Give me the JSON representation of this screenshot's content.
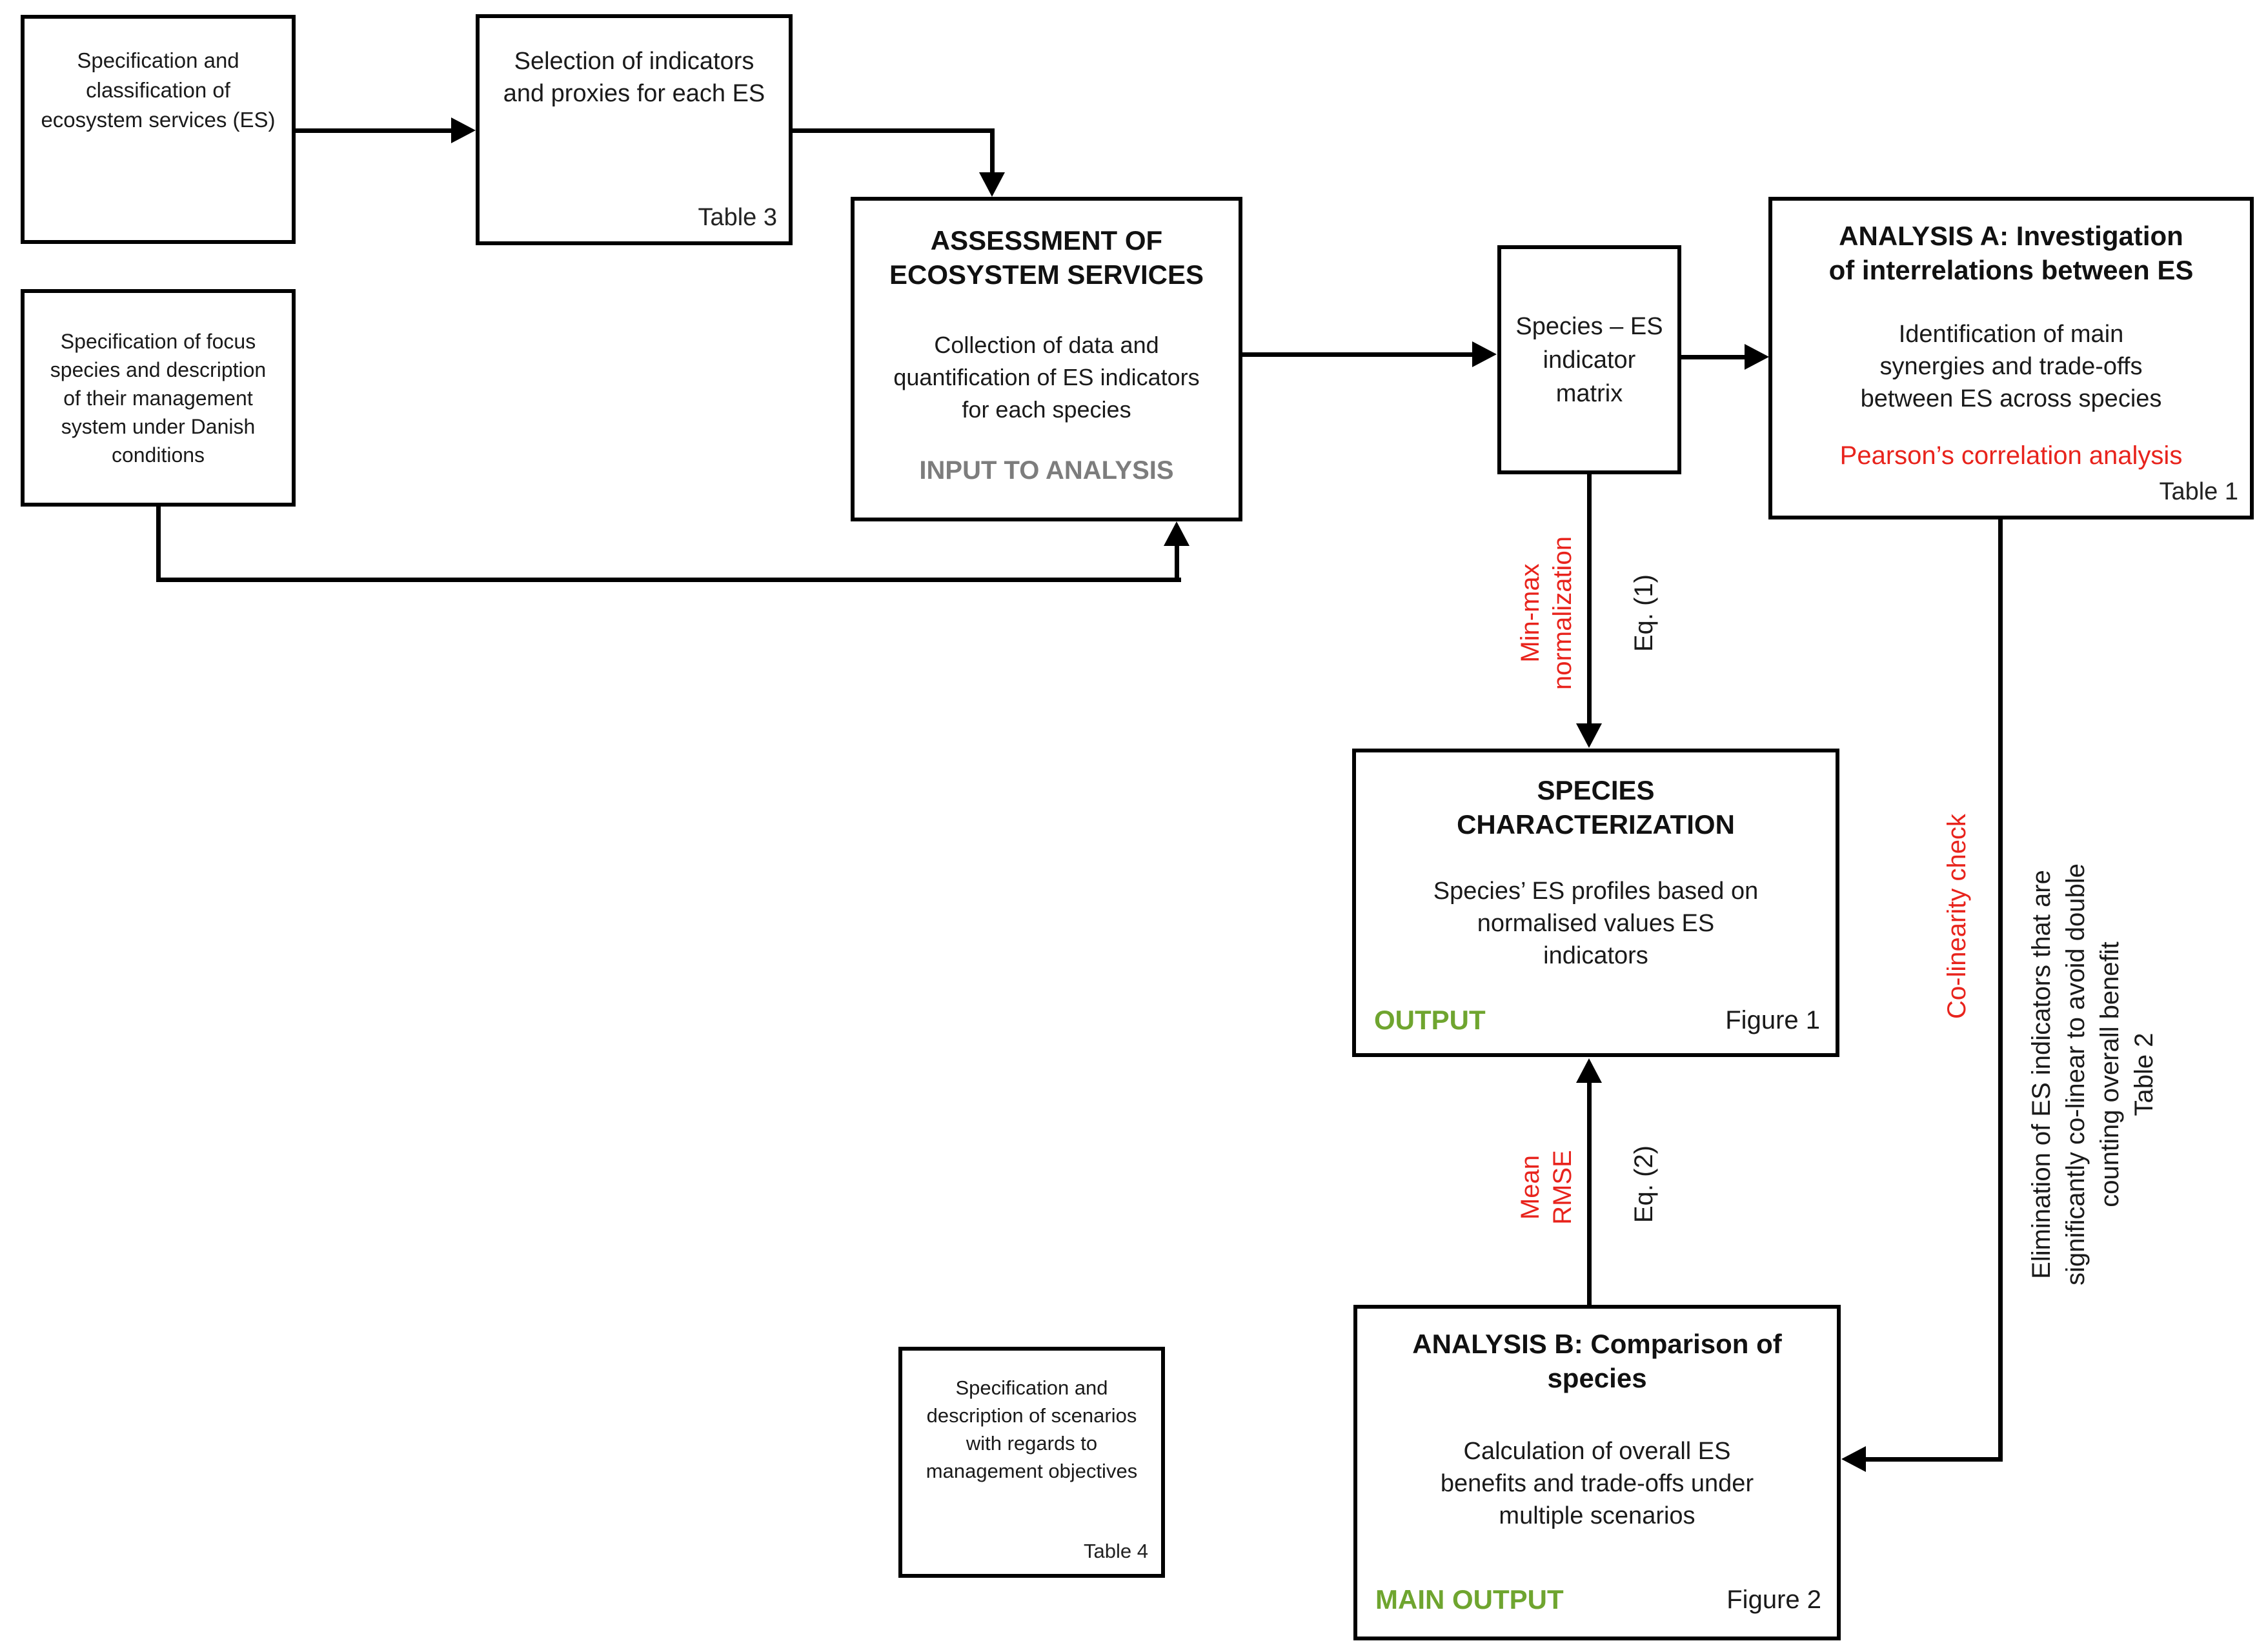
{
  "boxes": {
    "spec_es": {
      "text": "Specification and\nclassification of\necosystem services (ES)"
    },
    "selection": {
      "text": "Selection of indicators\nand proxies for each ES",
      "tag": "Table 3"
    },
    "focus_species": {
      "text": "Specification of focus\nspecies and description\nof their management\nsystem under Danish\nconditions"
    },
    "assessment": {
      "title": "ASSESSMENT OF\nECOSYSTEM SERVICES",
      "body": "Collection of data and\nquantification of ES indicators\nfor each species",
      "footer": "INPUT TO ANALYSIS"
    },
    "matrix": {
      "text": "Species – ES\nindicator\nmatrix"
    },
    "analysis_a": {
      "title": "ANALYSIS A: Investigation\nof interrelations between ES",
      "body": "Identification of main\nsynergies and trade-offs\nbetween ES across species",
      "method": "Pearson’s correlation analysis",
      "tag": "Table 1"
    },
    "species_char": {
      "title": "SPECIES\nCHARACTERIZATION",
      "body": "Species’ ES profiles based on\nnormalised values ES\nindicators",
      "footer": "OUTPUT",
      "tag": "Figure 1"
    },
    "analysis_b": {
      "title": "ANALYSIS B: Comparison of\nspecies",
      "body": "Calculation of overall ES\nbenefits and trade-offs under\nmultiple scenarios",
      "footer": "MAIN OUTPUT",
      "tag": "Figure 2"
    },
    "scenarios": {
      "text": "Specification and\ndescription of scenarios\nwith regards to\nmanagement objectives",
      "tag": "Table 4"
    }
  },
  "labels": {
    "min_max": "Min-max\nnormalization",
    "eq1": "Eq. (1)",
    "mean_rmse": "Mean\nRMSE",
    "eq2": "Eq. (2)",
    "colinearity": "Co-linearity check",
    "elimination": "Elimination of ES indicators that are\nsignificantly co-linear to avoid double\ncounting overall benefit",
    "elimination_tag": "Table 2"
  },
  "colors": {
    "red": "#e8231c",
    "green": "#6fa52f",
    "gray": "#7d7d7d",
    "black": "#000000"
  }
}
